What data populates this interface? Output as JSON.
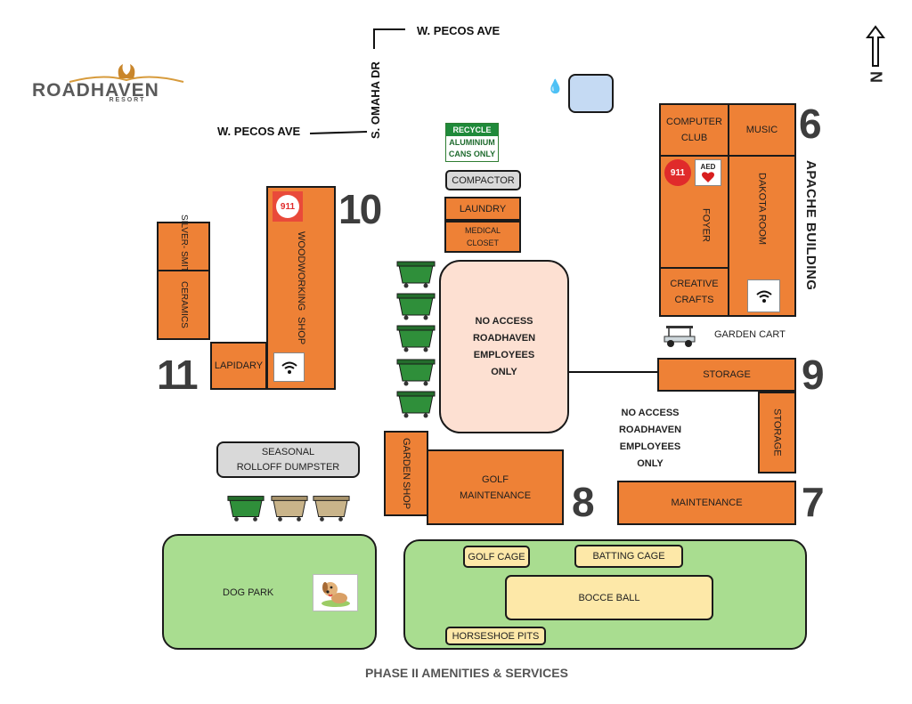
{
  "logo": {
    "name": "ROADHAVEN",
    "sub": "R E S O R T"
  },
  "streets": {
    "pecos_top": "W. PECOS AVE",
    "pecos_left": "W. PECOS AVE",
    "omaha": "S. OMAHA DR"
  },
  "north": "N",
  "recycle": {
    "top": "RECYCLE",
    "line1": "ALUMINIUM",
    "line2": "CANS ONLY"
  },
  "buildings": {
    "compactor": "COMPACTOR",
    "laundry": "LAUNDRY",
    "medical1": "MEDICAL",
    "medical2": "CLOSET",
    "silver1": "SILVER-",
    "silver2": "SMITH",
    "ceramics": "CERAMICS",
    "woodworking1": "WOODWORKING",
    "woodworking2": "SHOP",
    "lapidary": "LAPIDARY",
    "computer1": "COMPUTER",
    "computer2": "CLUB",
    "music": "MUSIC",
    "foyer": "FOYER",
    "dakota": "DAKOTA ROOM",
    "creative1": "CREATIVE",
    "creative2": "CRAFTS",
    "storage_h": "STORAGE",
    "storage_v": "STORAGE",
    "maintenance": "MAINTENANCE",
    "garden1": "GARDEN",
    "garden2": "SHOP",
    "golf1": "GOLF",
    "golf2": "MAINTENANCE"
  },
  "no_access_center": [
    "NO ACCESS",
    "ROADHAVEN",
    "EMPLOYEES",
    "ONLY"
  ],
  "no_access_right": [
    "NO ACCESS",
    "ROADHAVEN",
    "EMPLOYEES",
    "ONLY"
  ],
  "apache": "APACHE BUILDING",
  "garden_cart": "GARDEN CART",
  "seasonal1": "SEASONAL",
  "seasonal2": "ROLLOFF DUMPSTER",
  "dog_park": "DOG PARK",
  "amenities": {
    "golf_cage": "GOLF CAGE",
    "batting_cage": "BATTING CAGE",
    "bocce": "BOCCE BALL",
    "horseshoe": "HORSESHOE PITS"
  },
  "numbers": {
    "n6": "6",
    "n7": "7",
    "n8": "8",
    "n9": "9",
    "n10": "10",
    "n11": "11"
  },
  "emergency": {
    "label": "911",
    "aed": "AED"
  },
  "footer": "PHASE II AMENITIES & SERVICES",
  "colors": {
    "building": "#ee8136",
    "park": "#a9dd90",
    "amenity": "#fde8a8",
    "no_access": "#fde0d2",
    "pool": "#c5daf3",
    "dumpster_green": "#2f8f3a",
    "dumpster_tan": "#c9b48a"
  }
}
